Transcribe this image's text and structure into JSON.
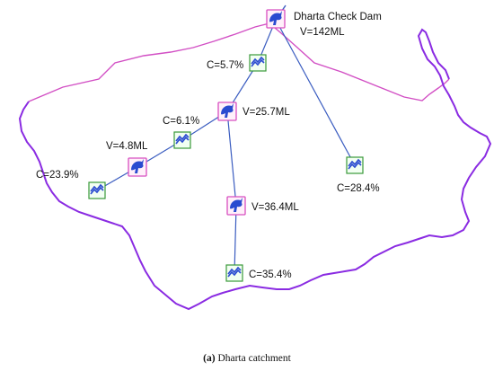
{
  "figure": {
    "caption_tag": "(a)",
    "caption_text": " Dharta catchment"
  },
  "colors": {
    "boundary_upper": "#d24fc4",
    "boundary_lower": "#8a2be2",
    "link": "#3a5cc0",
    "reservoir_icon": "#2a4bd0",
    "reservoir_box": "#d84fc0",
    "demand_box": "#3a9a3a",
    "demand_icon": "#2a4bd0"
  },
  "icons": {
    "reservoir": "check-dam-icon",
    "demand": "demand-site-icon"
  },
  "nodes": {
    "dharta_dam": {
      "name": "Dharta Check Dam",
      "volume": "V=142ML"
    },
    "dam_mid": {
      "volume": "V=25.7ML"
    },
    "dam_left": {
      "volume": "V=4.8ML"
    },
    "dam_lower": {
      "volume": "V=36.4ML"
    },
    "demand_top": {
      "coverage": "C=5.7%"
    },
    "demand_mid": {
      "coverage": "C=6.1%"
    },
    "demand_left": {
      "coverage": "C=23.9%"
    },
    "demand_right": {
      "coverage": "C=28.4%"
    },
    "demand_bottom": {
      "coverage": "C=35.4%"
    }
  }
}
